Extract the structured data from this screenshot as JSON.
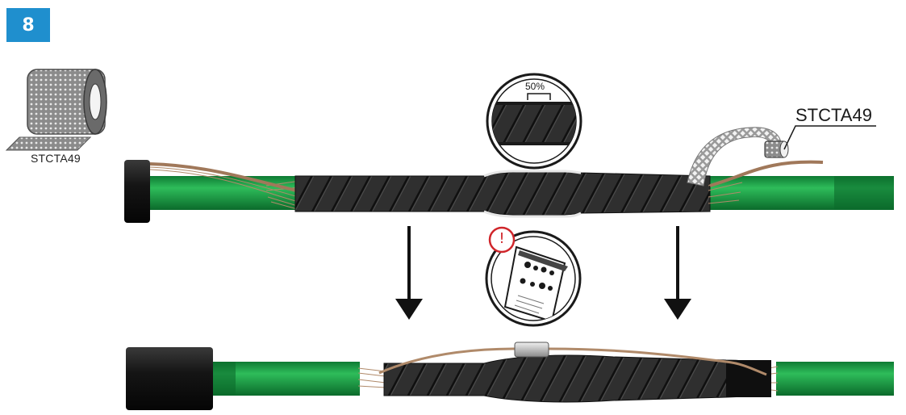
{
  "step": {
    "number": "8"
  },
  "roll": {
    "caption": "STCTA49"
  },
  "callout": {
    "label": "STCTA49"
  },
  "zoom": {
    "overlap": "50%"
  },
  "warning": {
    "symbol": "!"
  },
  "colors": {
    "accent": "#1f8fce",
    "cable": "#1fa44a",
    "cable_dark": "#0d6b2c",
    "copper": "#b08a6a",
    "warning": "#d0262b"
  },
  "icons": [
    "mesh-roll-icon",
    "warning-icon",
    "manual-icon",
    "arrow-down-icon"
  ]
}
